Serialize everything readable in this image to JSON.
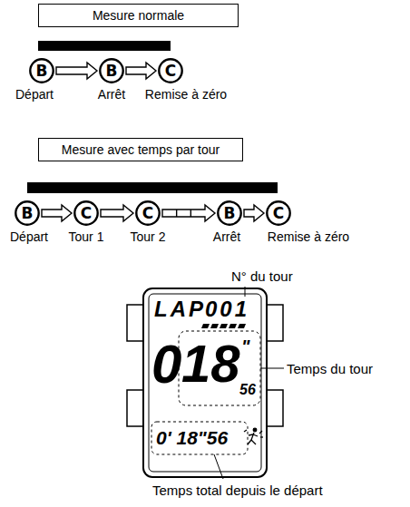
{
  "diagram": {
    "nodes": [
      {
        "text": [
          "Mesure normale"
        ]
      },
      {
        "text": [
          "B",
          "Départ"
        ]
      },
      {
        "text": [
          "B",
          "Arrêt"
        ]
      },
      {
        "text": [
          "C",
          "Remise à zéro"
        ]
      },
      {
        "text": [
          "Mesure avec temps par tour"
        ]
      },
      {
        "text": [
          "B",
          "Départ"
        ]
      },
      {
        "text": [
          "C",
          "Tour 1"
        ]
      },
      {
        "text": [
          "C",
          "Tour 2"
        ]
      },
      {
        "text": [
          "B",
          "Arrêt"
        ]
      },
      {
        "text": [
          "C",
          "Remise à zéro"
        ]
      }
    ],
    "edges": [
      {
        "from": 1,
        "to": 2,
        "arrow": "to"
      },
      {
        "from": 2,
        "to": 3,
        "arrow": "to"
      },
      {
        "from": 5,
        "to": 6,
        "arrow": "to"
      },
      {
        "from": 6,
        "to": 7,
        "arrow": "to"
      },
      {
        "from": 7,
        "to": 8,
        "arrow": "to"
      },
      {
        "from": 8,
        "to": 9,
        "arrow": "to"
      }
    ],
    "labels": [
      "N° du tour",
      "LAP",
      "001",
      "0",
      "18",
      "\"",
      "56",
      "Temps du tour",
      "0' 18\"56",
      "Temps total depuis le départ"
    ]
  }
}
